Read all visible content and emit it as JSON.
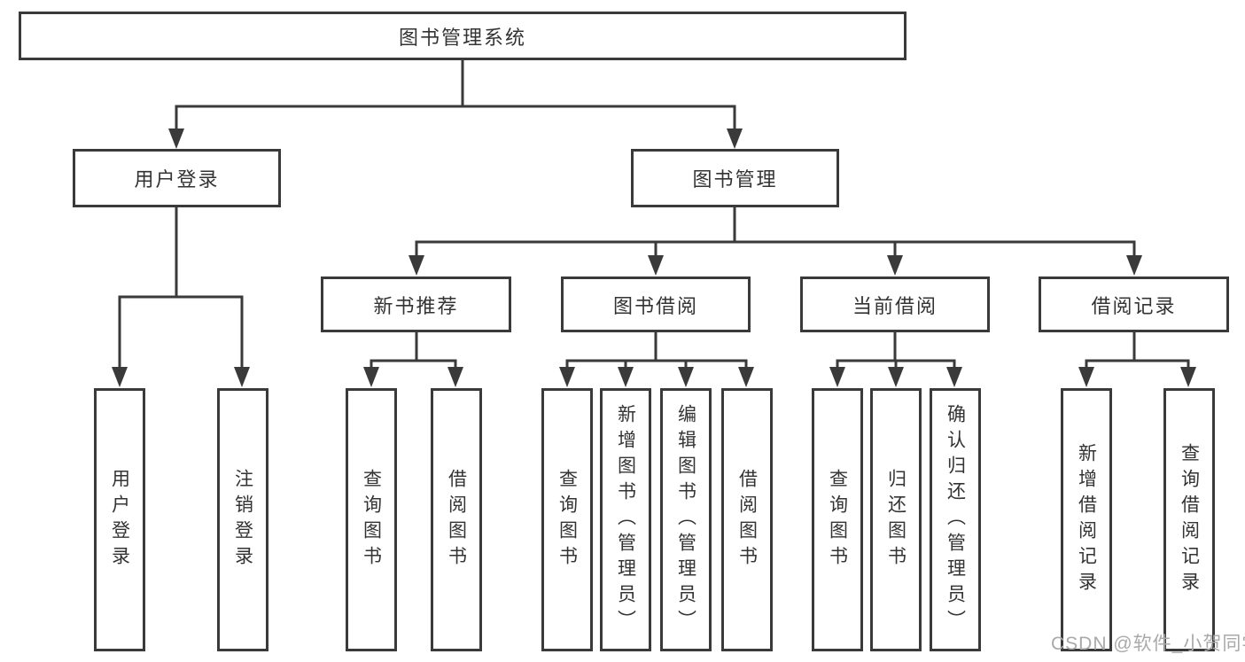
{
  "tree": {
    "root": {
      "label": "图书管理系统"
    },
    "branches": [
      {
        "label": "用户登录",
        "children": [
          {
            "label": "用户登录"
          },
          {
            "label": "注销登录"
          }
        ]
      },
      {
        "label": "图书管理",
        "children": [
          {
            "label": "新书推荐",
            "children": [
              {
                "label": "查询图书"
              },
              {
                "label": "借阅图书"
              }
            ]
          },
          {
            "label": "图书借阅",
            "children": [
              {
                "label": "查询图书"
              },
              {
                "label": "新增图书（管理员）"
              },
              {
                "label": "编辑图书（管理员）"
              },
              {
                "label": "借阅图书"
              }
            ]
          },
          {
            "label": "当前借阅",
            "children": [
              {
                "label": "查询图书"
              },
              {
                "label": "归还图书"
              },
              {
                "label": "确认归还（管理员）"
              }
            ]
          },
          {
            "label": "借阅记录",
            "children": [
              {
                "label": "新增借阅记录"
              },
              {
                "label": "查询借阅记录"
              }
            ]
          }
        ]
      }
    ]
  },
  "watermark": {
    "text": "CSDN @软件_小贺同学"
  },
  "colors": {
    "line": "#3a3a3a",
    "text": "#333333",
    "watermark": "#a9a9a9",
    "background": "#ffffff"
  }
}
